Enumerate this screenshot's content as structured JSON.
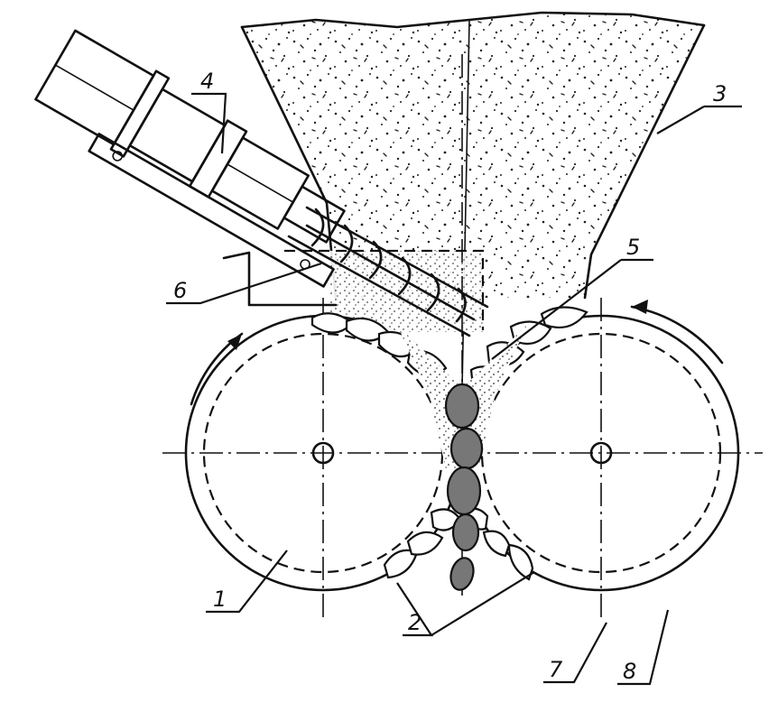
{
  "figure": {
    "labels": [
      {
        "id": "1",
        "text": "1"
      },
      {
        "id": "2",
        "text": "2"
      },
      {
        "id": "3",
        "text": "3"
      },
      {
        "id": "4",
        "text": "4"
      },
      {
        "id": "5",
        "text": "5"
      },
      {
        "id": "6",
        "text": "6"
      },
      {
        "id": "7",
        "text": "7"
      },
      {
        "id": "8",
        "text": "8"
      }
    ],
    "line_color": "#111111",
    "fill_color": "#777777",
    "background": "#ffffff"
  }
}
